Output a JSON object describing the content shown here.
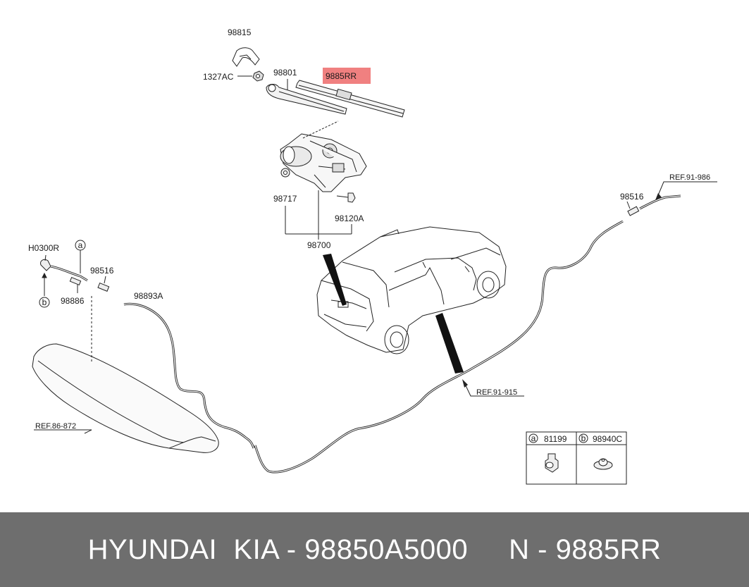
{
  "labels": {
    "p98815": "98815",
    "p1327AC": "1327AC",
    "p98801": "98801",
    "p9885RR": "9885RR",
    "p98717": "98717",
    "p98120A": "98120A",
    "p98700": "98700",
    "pH0300R": "H0300R",
    "p98516_left": "98516",
    "p98886": "98886",
    "p98893A": "98893A",
    "p98516_right": "98516",
    "ref_91_986": "REF.91-986",
    "ref_91_915": "REF.91-915",
    "ref_86_872": "REF.86-872",
    "callout_a": "a",
    "callout_b": "b"
  },
  "legend": {
    "a_letter": "a",
    "a_part": "81199",
    "b_letter": "b",
    "b_part": "98940C"
  },
  "highlight_color": "#f08080",
  "footer": {
    "text": "HYUNDAI  KIA - 98850A5000     N - 9885RR",
    "bg_color": "#6e6e6e"
  }
}
